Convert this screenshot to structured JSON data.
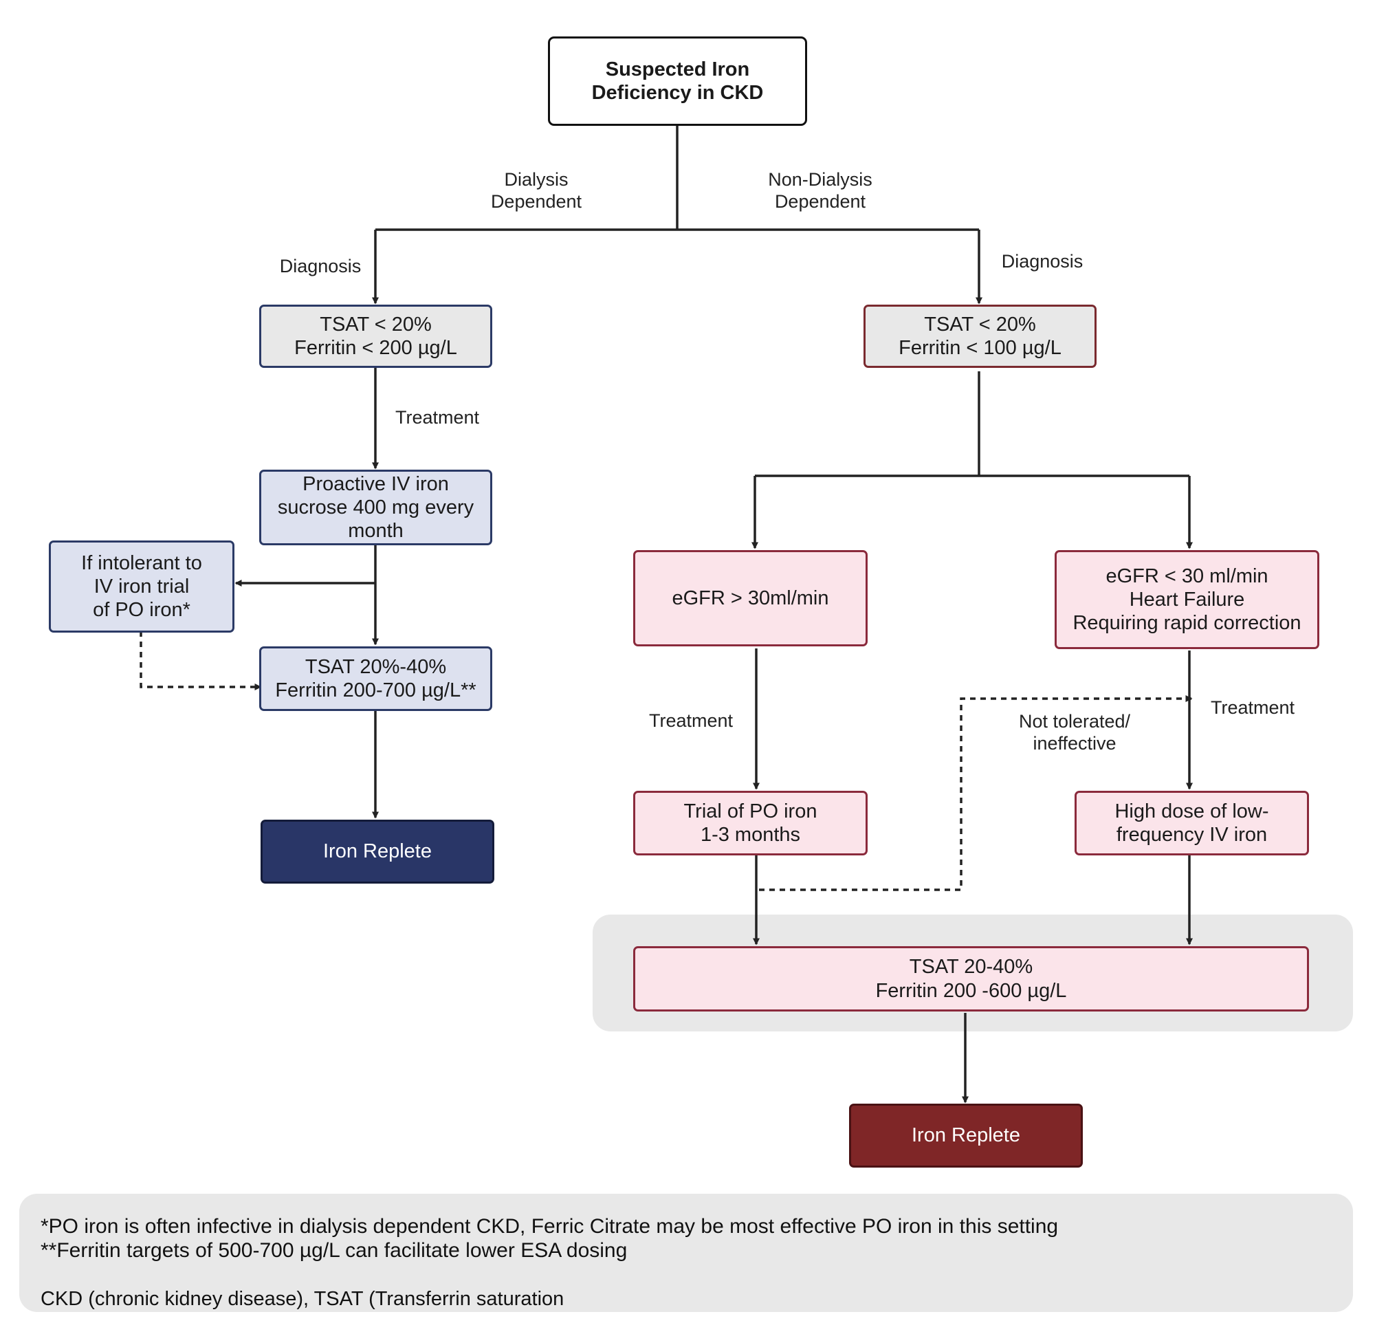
{
  "nodes": {
    "root": [
      "Suspected Iron",
      "Deficiency in CKD"
    ],
    "dd_diagnosis": [
      "TSAT < 20%",
      "Ferritin < 200 µg/L"
    ],
    "ndd_diagnosis": [
      "TSAT < 20%",
      "Ferritin < 100 µg/L"
    ],
    "dd_treatment": [
      "Proactive IV iron",
      "sucrose 400 mg every",
      "month"
    ],
    "dd_intolerant": [
      "If intolerant to",
      "IV iron trial",
      "of PO iron*"
    ],
    "dd_target": [
      "TSAT 20%-40%",
      "Ferritin 200-700 µg/L**"
    ],
    "dd_outcome": [
      "Iron Replete"
    ],
    "ndd_egfr_high": [
      "eGFR > 30ml/min"
    ],
    "ndd_egfr_low": [
      "eGFR < 30 ml/min",
      "Heart Failure",
      "Requiring rapid correction"
    ],
    "ndd_po_trial": [
      "Trial of PO iron",
      "1-3 months"
    ],
    "ndd_iv_high": [
      "High dose of low-",
      "frequency IV iron"
    ],
    "ndd_target": [
      "TSAT 20-40%",
      "Ferritin 200 -600 µg/L"
    ],
    "ndd_outcome": [
      "Iron Replete"
    ]
  },
  "labels": {
    "dialysis_dependent": [
      "Dialysis",
      "Dependent"
    ],
    "non_dialysis_dependent": [
      "Non-Dialysis",
      "Dependent"
    ],
    "diagnosis_left": [
      "Diagnosis"
    ],
    "diagnosis_right": [
      "Diagnosis"
    ],
    "treatment_left": [
      "Treatment"
    ],
    "treatment_mid": [
      "Treatment"
    ],
    "treatment_right": [
      "Treatment"
    ],
    "not_tolerated": [
      "Not tolerated/",
      "ineffective"
    ]
  },
  "footnotes": {
    "line1": "*PO iron is often infective in dialysis dependent CKD, Ferric Citrate may be most effective PO iron in this setting",
    "line2": "**Ferritin targets of 500-700 µg/L can facilitate lower ESA dosing",
    "abbreviations": "CKD (chronic kidney disease), TSAT (Transferrin saturation"
  },
  "colors": {
    "dialysis_accent": "#293667",
    "non_dialysis_accent": "#7f2627",
    "connector": "#222222"
  }
}
